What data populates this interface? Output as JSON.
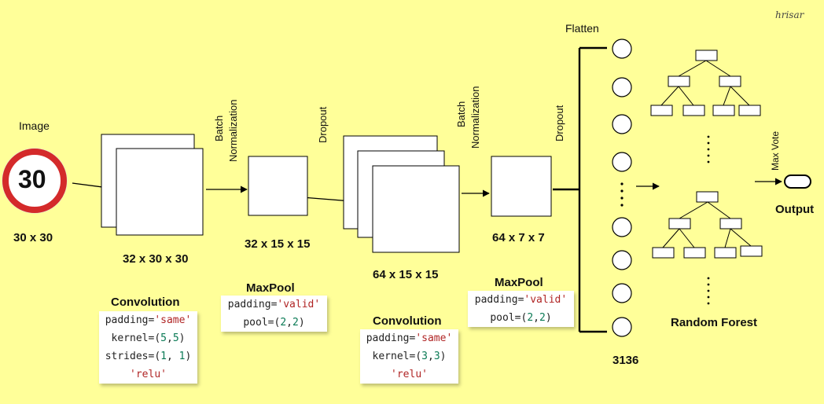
{
  "input": {
    "title": "Image",
    "sign_value": "30",
    "dims": "30 x 30"
  },
  "conv1": {
    "output_dims": "32 x 30 x 30",
    "title": "Convolution",
    "code": [
      [
        [
          "p",
          "padding="
        ],
        [
          "s",
          "'same'"
        ]
      ],
      [
        [
          "p",
          "kernel=("
        ],
        [
          "n",
          "5"
        ],
        [
          "p",
          ","
        ],
        [
          "n",
          "5"
        ],
        [
          "p",
          ")"
        ]
      ],
      [
        [
          "p",
          "strides=("
        ],
        [
          "n",
          "1"
        ],
        [
          "p",
          ", "
        ],
        [
          "n",
          "1"
        ],
        [
          "p",
          ")"
        ]
      ],
      [
        [
          "s",
          "'relu'"
        ]
      ]
    ]
  },
  "layers": {
    "batchnorm": [
      "Batch",
      "Normalization"
    ],
    "dropout": "Dropout"
  },
  "pool1": {
    "output_dims": "32 x 15 x 15",
    "title": "MaxPool",
    "code": [
      [
        [
          "p",
          "padding="
        ],
        [
          "s",
          "'valid'"
        ]
      ],
      [
        [
          "p",
          "pool=("
        ],
        [
          "n",
          "2"
        ],
        [
          "p",
          ","
        ],
        [
          "n",
          "2"
        ],
        [
          "p",
          ")"
        ]
      ]
    ]
  },
  "conv2": {
    "output_dims": "64 x 15 x 15",
    "title": "Convolution",
    "code": [
      [
        [
          "p",
          "padding="
        ],
        [
          "s",
          "'same'"
        ]
      ],
      [
        [
          "p",
          "kernel=("
        ],
        [
          "n",
          "3"
        ],
        [
          "p",
          ","
        ],
        [
          "n",
          "3"
        ],
        [
          "p",
          ")"
        ]
      ],
      [
        [
          "s",
          "'relu'"
        ]
      ]
    ]
  },
  "pool2": {
    "output_dims": "64 x 7 x 7",
    "title": "MaxPool",
    "code": [
      [
        [
          "p",
          "padding="
        ],
        [
          "s",
          "'valid'"
        ]
      ],
      [
        [
          "p",
          "pool=("
        ],
        [
          "n",
          "2"
        ],
        [
          "p",
          ","
        ],
        [
          "n",
          "2"
        ],
        [
          "p",
          ")"
        ]
      ]
    ]
  },
  "flatten": {
    "title": "Flatten",
    "size": "3136"
  },
  "forest": {
    "title": "Random Forest",
    "vote": "Max Vote",
    "output": "Output"
  },
  "signature": "hrisar",
  "colors": {
    "background": "#ffff99",
    "string": "#b02525",
    "number": "#0a7a55",
    "sign_ring": "#d42a2a"
  }
}
